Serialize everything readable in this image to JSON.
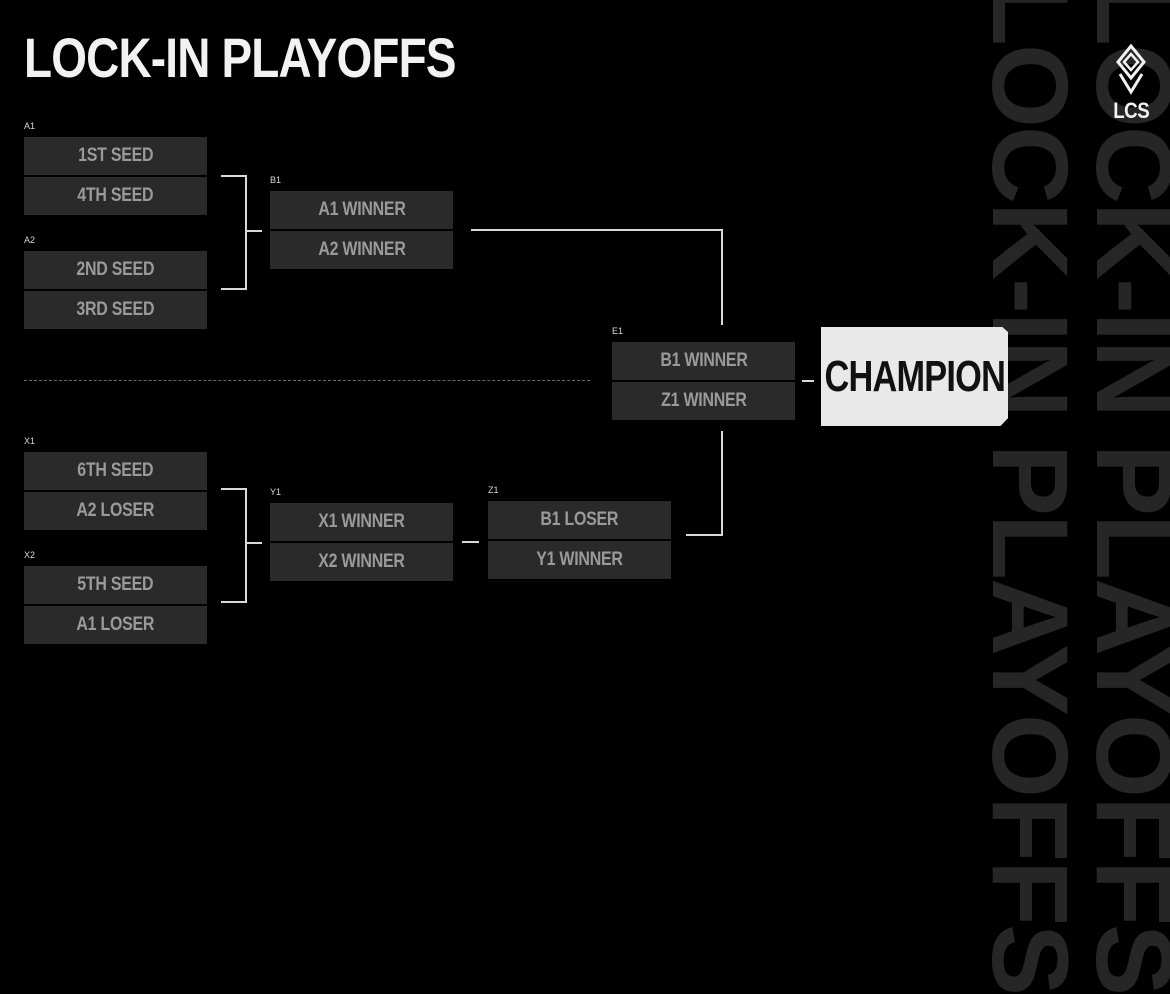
{
  "title": "LOCK-IN PLAYOFFS",
  "bg_text": "LOCK-IN PLAYOFFS",
  "logo_text": "LCS",
  "matches": {
    "A1": {
      "label": "A1",
      "top": "1ST SEED",
      "bottom": "4TH SEED"
    },
    "A2": {
      "label": "A2",
      "top": "2ND SEED",
      "bottom": "3RD SEED"
    },
    "B1": {
      "label": "B1",
      "top": "A1 WINNER",
      "bottom": "A2 WINNER"
    },
    "X1": {
      "label": "X1",
      "top": "6TH SEED",
      "bottom": "A2 LOSER"
    },
    "X2": {
      "label": "X2",
      "top": "5TH SEED",
      "bottom": "A1 LOSER"
    },
    "Y1": {
      "label": "Y1",
      "top": "X1 WINNER",
      "bottom": "X2 WINNER"
    },
    "Z1": {
      "label": "Z1",
      "top": "B1 LOSER",
      "bottom": "Y1 WINNER"
    },
    "E1": {
      "label": "E1",
      "top": "B1 WINNER",
      "bottom": "Z1 WINNER"
    }
  },
  "champion": "CHAMPION",
  "colors": {
    "background": "#000000",
    "slot": "#2a2a2a",
    "slot_text": "#9a9a9a",
    "champion_bg": "#e9e9e9",
    "lines": "#d8d8d8"
  }
}
